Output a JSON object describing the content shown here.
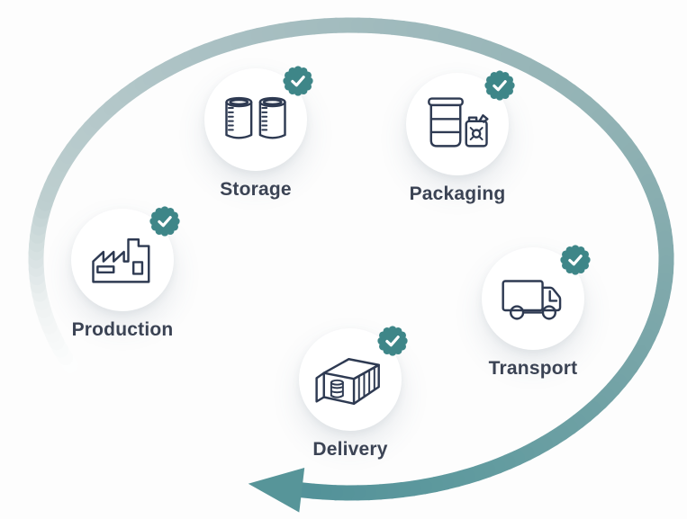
{
  "diagram": {
    "type": "process-cycle",
    "flow_direction": "clockwise",
    "steps": [
      {
        "label": "Production",
        "icon": "factory-icon",
        "status": "completed"
      },
      {
        "label": "Storage",
        "icon": "storage-tanks-icon",
        "status": "completed"
      },
      {
        "label": "Packaging",
        "icon": "drum-jerrycan-icon",
        "status": "completed"
      },
      {
        "label": "Transport",
        "icon": "truck-icon",
        "status": "completed"
      },
      {
        "label": "Delivery",
        "icon": "container-icon",
        "status": "completed"
      }
    ],
    "badge": {
      "icon": "check-icon",
      "meaning": "completed"
    }
  },
  "colors": {
    "background": "#fdfdfd",
    "circle_fill": "#ffffff",
    "icon_stroke": "#2e3a52",
    "label_text": "#3b4354",
    "badge_teal": "#3e8688",
    "badge_check": "#ffffff",
    "arrow_head": "#579599",
    "arrow_gradient": [
      {
        "t": 0.0,
        "color": "#ffffff"
      },
      {
        "t": 0.06,
        "color": "#eef2f2"
      },
      {
        "t": 0.14,
        "color": "#becfd0"
      },
      {
        "t": 0.32,
        "color": "#a8bfc2"
      },
      {
        "t": 0.55,
        "color": "#93b3b5"
      },
      {
        "t": 0.75,
        "color": "#7aa6a9"
      },
      {
        "t": 0.9,
        "color": "#619b9f"
      },
      {
        "t": 1.0,
        "color": "#539299"
      }
    ]
  }
}
